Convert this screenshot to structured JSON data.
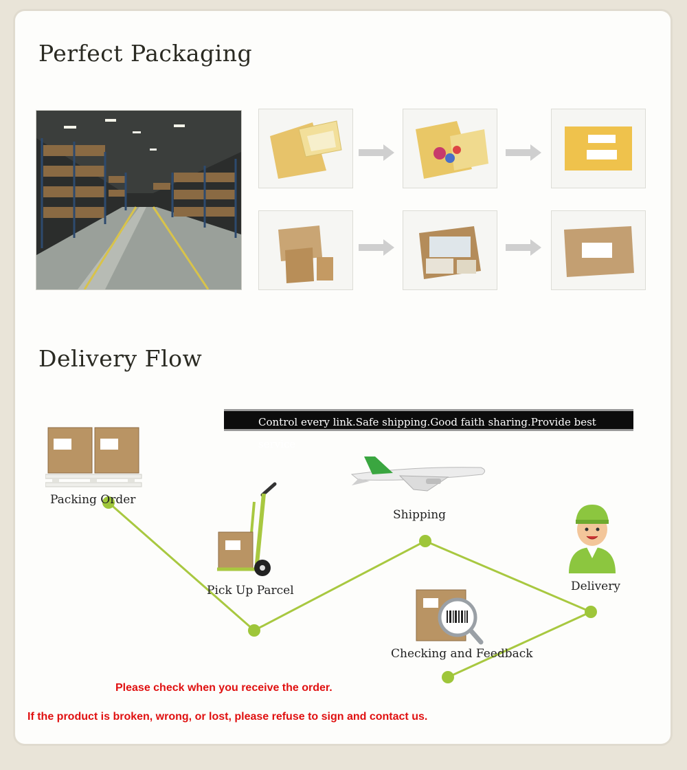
{
  "packaging": {
    "title": "Perfect Packaging"
  },
  "delivery": {
    "title": "Delivery Flow",
    "banner": "Control every link.Safe shipping.Good faith sharing.Provide best service",
    "steps": [
      {
        "label": "Packing Order"
      },
      {
        "label": "Pick Up Parcel"
      },
      {
        "label": "Shipping"
      },
      {
        "label": "Checking and Feedback"
      },
      {
        "label": "Delivery"
      }
    ],
    "line_color": "#a8c840",
    "node_color": "#9ec63a"
  },
  "notices": {
    "line1": "Please check when you receive the order.",
    "line2": "If the product is broken, wrong, or lost, please refuse to sign and contact us."
  },
  "colors": {
    "notice": "#e01010",
    "banner_bg": "#0c0c0c"
  }
}
